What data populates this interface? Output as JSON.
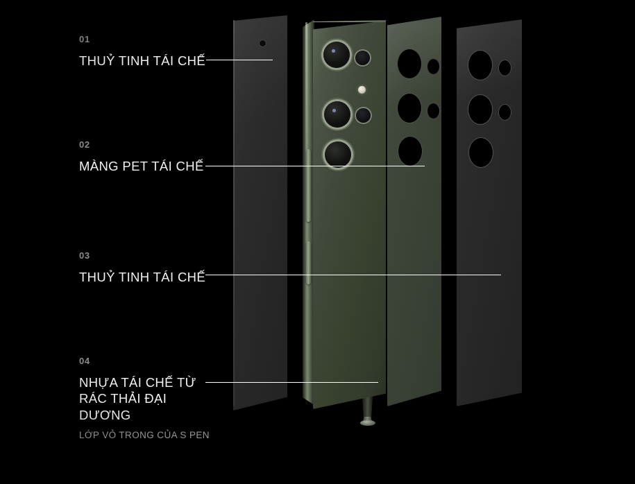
{
  "page": {
    "background_color": "#000000",
    "accent_line_color": "#ffffff",
    "title_color": "#f2f2f2",
    "number_color": "#8c8c8c",
    "subtitle_color": "#9a9a9a"
  },
  "callouts": [
    {
      "number": "01",
      "title": "THUỶ TINH TÁI CHẾ",
      "subtitle": "",
      "leader_line": true
    },
    {
      "number": "02",
      "title": "MÀNG PET TÁI CHẾ",
      "subtitle": "",
      "leader_line": true
    },
    {
      "number": "03",
      "title": "THUỶ TINH TÁI CHẾ",
      "subtitle": "",
      "leader_line": true
    },
    {
      "number": "04",
      "title": "NHỰA TÁI CHẾ TỪ\nRÁC THẢI ĐẠI\nDƯƠNG",
      "subtitle": "LỚP VỎ TRONG CỦA S PEN",
      "leader_line": true
    }
  ],
  "product": {
    "layers": [
      {
        "name": "recycled-front-glass-panel",
        "color": "#2b2b2b"
      },
      {
        "name": "phone-body-with-camera",
        "color": "#3a4236"
      },
      {
        "name": "recycled-pet-film-panel",
        "color": "#3c3f38"
      },
      {
        "name": "recycled-ocean-plastic-panel",
        "color": "#282828"
      }
    ],
    "camera": {
      "lens_count": 3,
      "sensor_count": 2,
      "flash": "flash-led"
    },
    "accessory": "s-pen"
  }
}
